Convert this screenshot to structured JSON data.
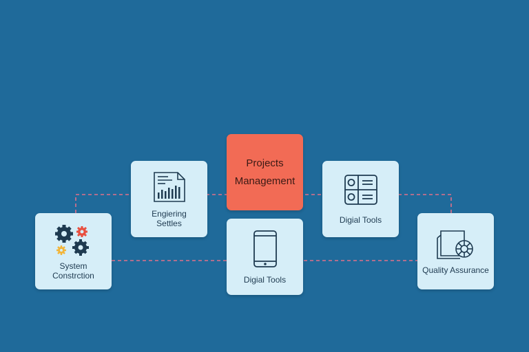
{
  "nodes": {
    "system": {
      "line1": "System",
      "line2": "Constrction",
      "icon": "gears-icon"
    },
    "engineering": {
      "line1": "Engiering",
      "line2": "Settles",
      "icon": "report-chart-icon"
    },
    "projects": {
      "line1": "Projects",
      "line2": "Management",
      "color": "#f26b55"
    },
    "digital_mid": {
      "label": "Digial Tools",
      "icon": "tablet-icon"
    },
    "digital_right": {
      "label": "Digial Tools",
      "icon": "grid-panel-icon"
    },
    "quality": {
      "label": "Quality Assurance",
      "icon": "document-gear-icon"
    }
  },
  "colors": {
    "background": "#1f6a9a",
    "card": "#d6eef8",
    "accent": "#f26b55",
    "connector": "#e0718a"
  }
}
